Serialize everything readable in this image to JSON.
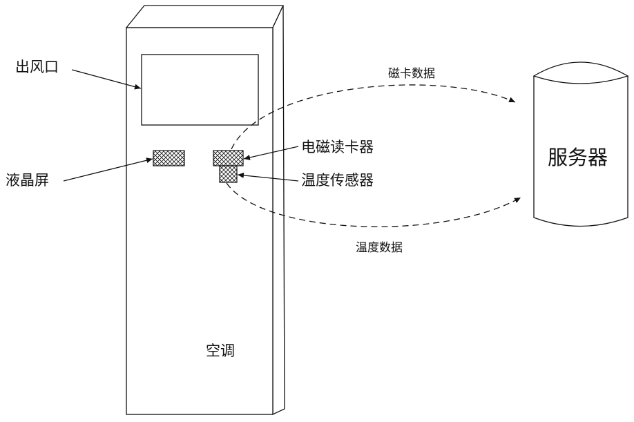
{
  "labels": {
    "air_outlet": "出风口",
    "lcd_screen": "液晶屏",
    "card_reader": "电磁读卡器",
    "temp_sensor": "温度传感器",
    "air_conditioner": "空调",
    "server": "服务器",
    "card_data": "磁卡数据",
    "temp_data": "温度数据"
  },
  "colors": {
    "line": "#111111",
    "background": "#ffffff"
  }
}
